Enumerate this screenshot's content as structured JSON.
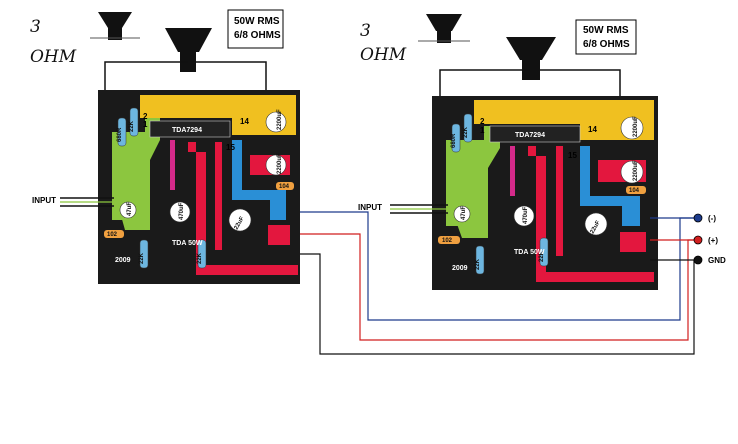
{
  "left_board": {
    "impedance_value": "3",
    "impedance_unit": "OHM",
    "power_box_line1": "50W RMS",
    "power_box_line2": "6/8 OHMS",
    "chip_label": "TDA7294",
    "pin_14": "14",
    "pin_15": "15",
    "pin_1": "1",
    "pin_2": "2",
    "input_label": "INPUT",
    "board_title": "TDA 50W",
    "year": "2009",
    "cap_102": "102",
    "cap_104": "104",
    "resistor_22k_a": "22K",
    "resistor_22k_b": "22K",
    "resistor_22k_c": "22K",
    "resistor_680r": "680R",
    "cap_2200uf_a": "2200uF",
    "cap_2200uf_b": "2200uF",
    "cap_470uf": "470uF",
    "cap_47uf": "47uF",
    "cap_22uf": "22uF"
  },
  "right_board": {
    "impedance_value": "3",
    "impedance_unit": "OHM",
    "power_box_line1": "50W RMS",
    "power_box_line2": "6/8 OHMS",
    "chip_label": "TDA7294",
    "pin_14": "14",
    "pin_15": "15",
    "pin_1": "1",
    "pin_2": "2",
    "input_label": "INPUT",
    "board_title": "TDA 50W",
    "year": "2009",
    "cap_102": "102",
    "cap_104": "104",
    "resistor_22k_a": "22K",
    "resistor_22k_b": "22K",
    "resistor_22k_c": "22K",
    "resistor_680r": "680R",
    "cap_2200uf_a": "2200uF",
    "cap_2200uf_b": "2200uF",
    "cap_470uf": "470uF",
    "cap_47uf": "47uF",
    "cap_22uf": "22uF"
  },
  "power_supply": {
    "negative_label": "(-)",
    "positive_label": "(+)",
    "ground_label": "GND"
  },
  "colors": {
    "pcb_black": "#1a1a1a",
    "trace_yellow": "#f0c020",
    "trace_green": "#8cc63f",
    "trace_red": "#e3173e",
    "trace_blue": "#2a8fd6",
    "trace_magenta": "#d42a8a",
    "wire_blue": "#1d3b8c",
    "wire_red": "#d11f1f",
    "wire_black": "#111111"
  }
}
